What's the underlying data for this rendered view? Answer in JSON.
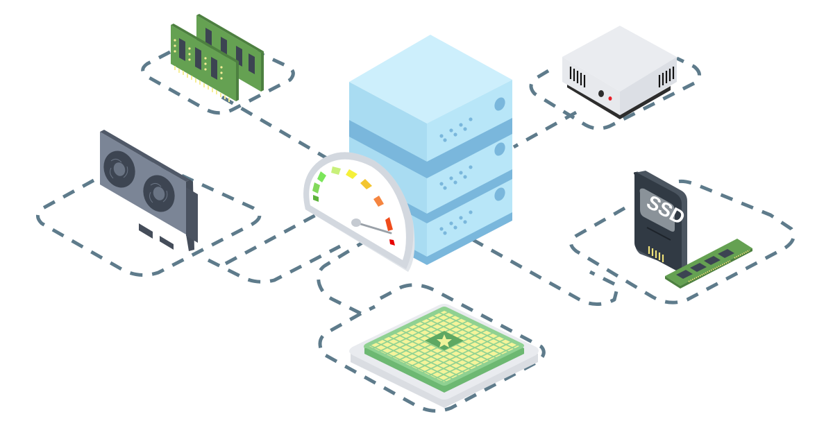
{
  "illustration": {
    "subject": "Isometric server hardware components connected to a central server stack",
    "background": "#ffffff",
    "connector_color": "#5e7b8b"
  },
  "components": {
    "server_stack": {
      "label": "server-stack",
      "units": 3,
      "top": "#cdeffc",
      "left": "#a9dcf2",
      "right": "#b8e6f8",
      "shadow": "#7ab7dc",
      "port": "#7ab7dc"
    },
    "gauge": {
      "label": "performance-gauge",
      "segments": [
        "#5db33b",
        "#82d95a",
        "#7be65a",
        "#c8f07a",
        "#f5f03a",
        "#f3c530",
        "#f58540",
        "#ef4c1c",
        "#e60000"
      ],
      "rim": "#d3d8df",
      "face": "#ffffff",
      "needle": "#9aa1a8"
    },
    "ram_pair": {
      "label": "ram-modules",
      "board": "#65a152",
      "chip": "#3c4452",
      "pin": "#f6ee97"
    },
    "gpu": {
      "label": "graphics-card",
      "body": "#7b8596",
      "edge": "#505968",
      "fan": "#3d4552"
    },
    "psu": {
      "label": "power-supply-box",
      "top": "#e7e9ed",
      "side": "#dcdfe5",
      "base": "#2d2d2d",
      "vent": "#111111",
      "led": "#e8202a"
    },
    "ssd": {
      "label": "SSD",
      "body": "#313a44",
      "edge": "#4b5560",
      "panel": "#8a9299",
      "contacts": "#f1e37a"
    },
    "ram_stick": {
      "label": "ram-stick",
      "board": "#65a152",
      "chip": "#3c4452"
    },
    "cpu": {
      "label": "cpu-chip",
      "base_top": "#e9ebef",
      "base_side": "#dadde2",
      "board": "#6db872",
      "board_top": "#8fd191",
      "cell": "#f5f49a",
      "center": "#5ea862",
      "star": "#eff49a"
    }
  }
}
